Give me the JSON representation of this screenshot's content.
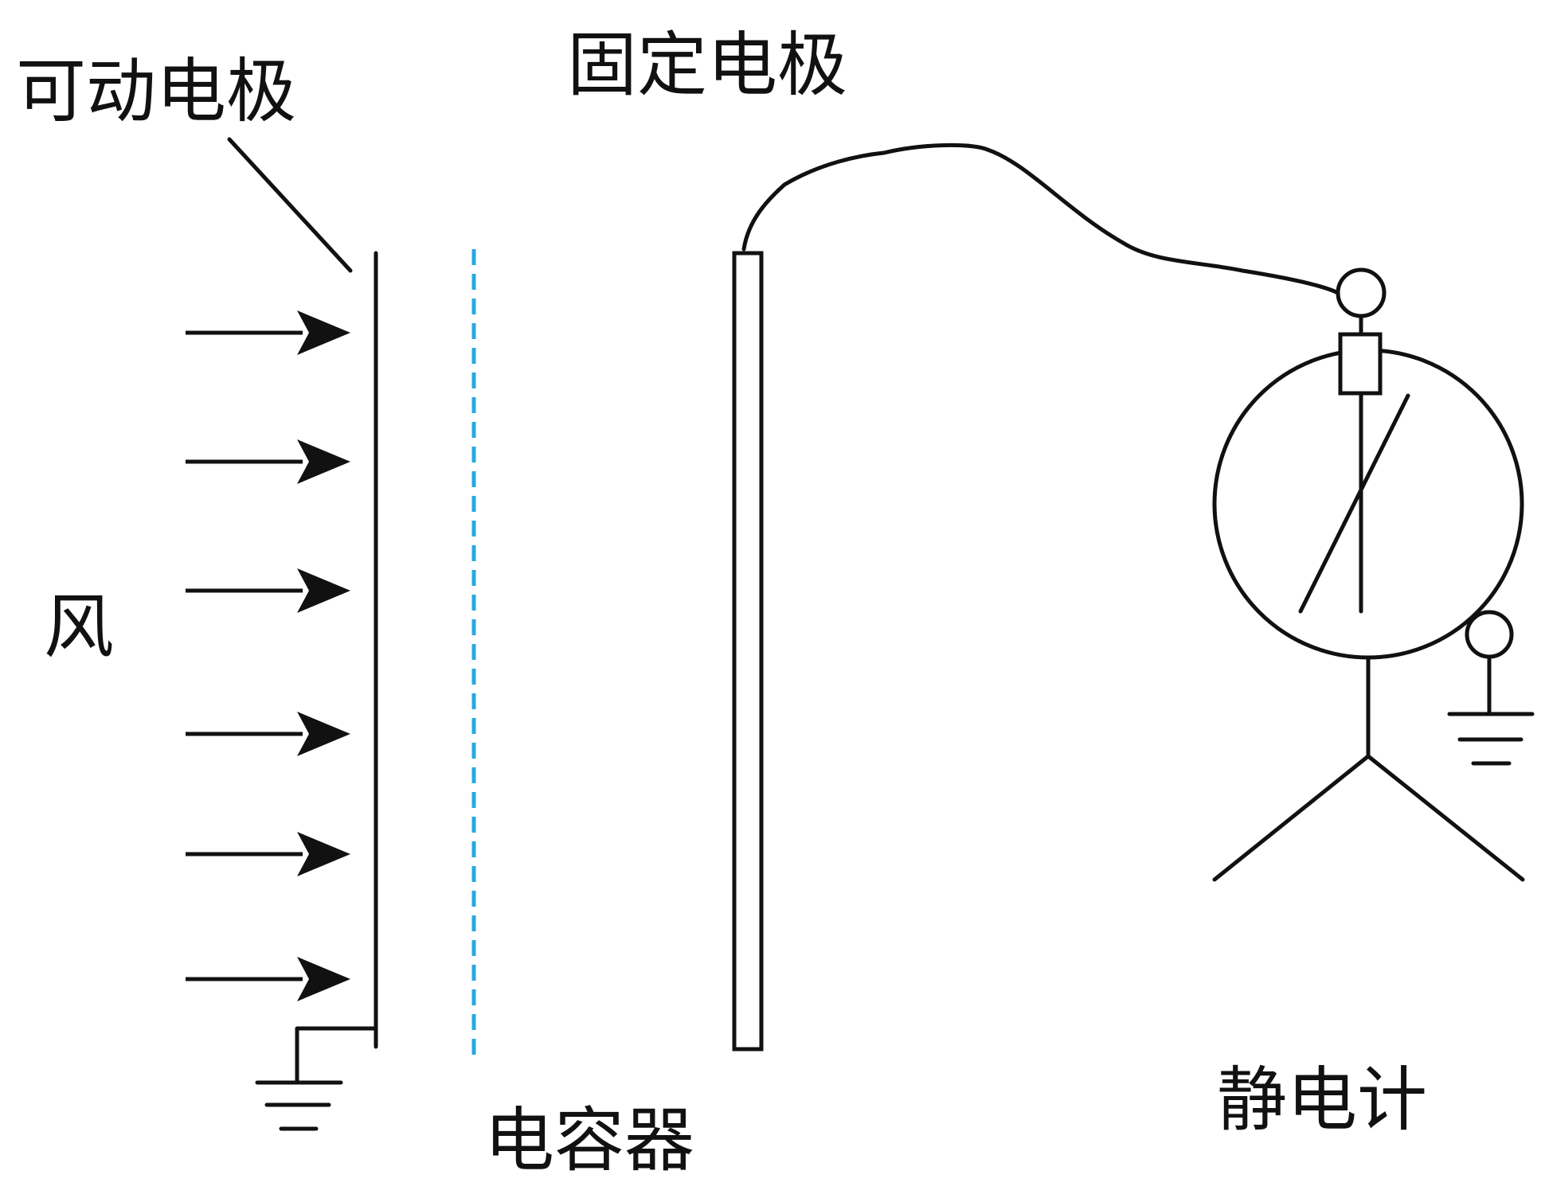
{
  "labels": {
    "movable_electrode": "可动电极",
    "fixed_electrode": "固定电极",
    "wind": "风",
    "capacitor": "电容器",
    "electrometer": "静电计"
  },
  "colors": {
    "line": "#111111",
    "dashed_plate": "#29a8e0",
    "background": "#ffffff"
  },
  "wind_arrow_count": 6
}
